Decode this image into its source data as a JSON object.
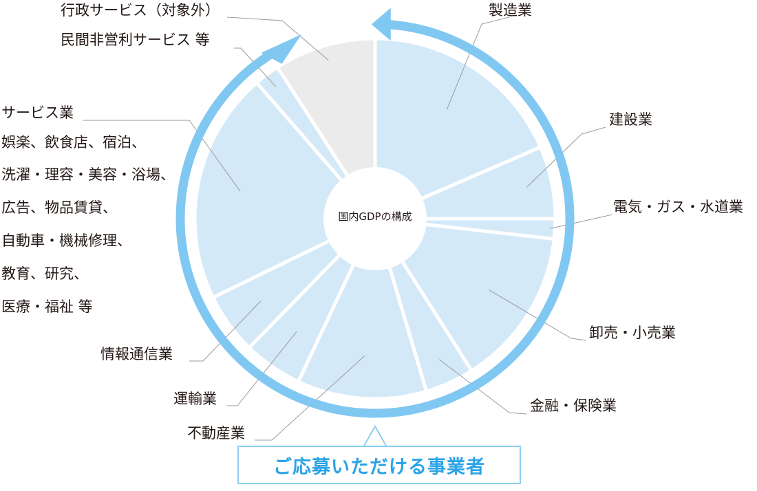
{
  "diagram": {
    "center_label": "国内GDPの構成",
    "callout": "ご応募いただける事業者",
    "colors": {
      "eligible_fill": "#d4e9f8",
      "excluded_fill": "#ebebeb",
      "arrow": "#80c8f2",
      "callout_border": "#8ecdf0",
      "callout_text": "#2aa3e6",
      "leader_line": "#9a9a9a"
    },
    "segments": [
      {
        "id": "manufacturing",
        "label": "製造業",
        "share": 18.5
      },
      {
        "id": "construction",
        "label": "建設業",
        "share": 6.5
      },
      {
        "id": "utilities",
        "label": "電気・ガス・水道業",
        "share": 1.8
      },
      {
        "id": "trade",
        "label": "卸売・小売業",
        "share": 14.2
      },
      {
        "id": "finance",
        "label": "金融・保険業",
        "share": 4.4
      },
      {
        "id": "real_estate",
        "label": "不動産業",
        "share": 11.6
      },
      {
        "id": "transport",
        "label": "運輸業",
        "share": 5.3
      },
      {
        "id": "it",
        "label": "情報通信業",
        "share": 5.5
      },
      {
        "id": "services",
        "label": "サービス業",
        "share": 20.8,
        "sub_items": [
          "娯楽、飲食店、宿泊、",
          "洗濯・理容・美容・浴場、",
          "広告、物品賃貸、",
          "自動車・機械修理、",
          "教育、研究、",
          "医療・福祉 等"
        ]
      },
      {
        "id": "nonprofit",
        "label": "民間非営利サービス 等",
        "share": 2.3
      },
      {
        "id": "government",
        "label": "行政サービス（対象外）",
        "share": 9.1,
        "excluded": true
      }
    ]
  }
}
